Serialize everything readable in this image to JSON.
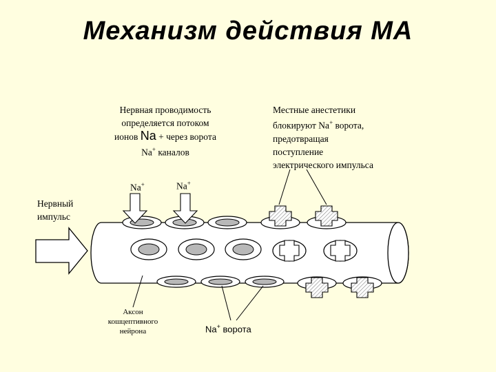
{
  "title": "Механизм действия МА",
  "left_note": {
    "line1": "Нервная проводимость",
    "line2": "определяется потоком",
    "line3_pre": "ионов ",
    "line3_big": "Na",
    "line3_post": " + через ворота",
    "line4_pre": "Na",
    "line4_sup": "+",
    "line4_post": " каналов"
  },
  "right_note": {
    "line1": "Местные анестетики",
    "line2_pre": "блокируют Na",
    "line2_sup": "+",
    "line2_post": " ворота,",
    "line3": "предотвращая",
    "line4": "поступление",
    "line5": "электрического импульса"
  },
  "na_label_1": {
    "text": "Na",
    "sup": "+"
  },
  "na_label_2": {
    "text": "Na",
    "sup": "+"
  },
  "impulse_label": {
    "line1": "Нервный",
    "line2": "импульс"
  },
  "axon_label": {
    "line1": "Аксон",
    "line2": "кошцептивного",
    "line3": "нейрона"
  },
  "gates_label": {
    "text": "Na",
    "sup": "+",
    "post": " ворота"
  }
}
